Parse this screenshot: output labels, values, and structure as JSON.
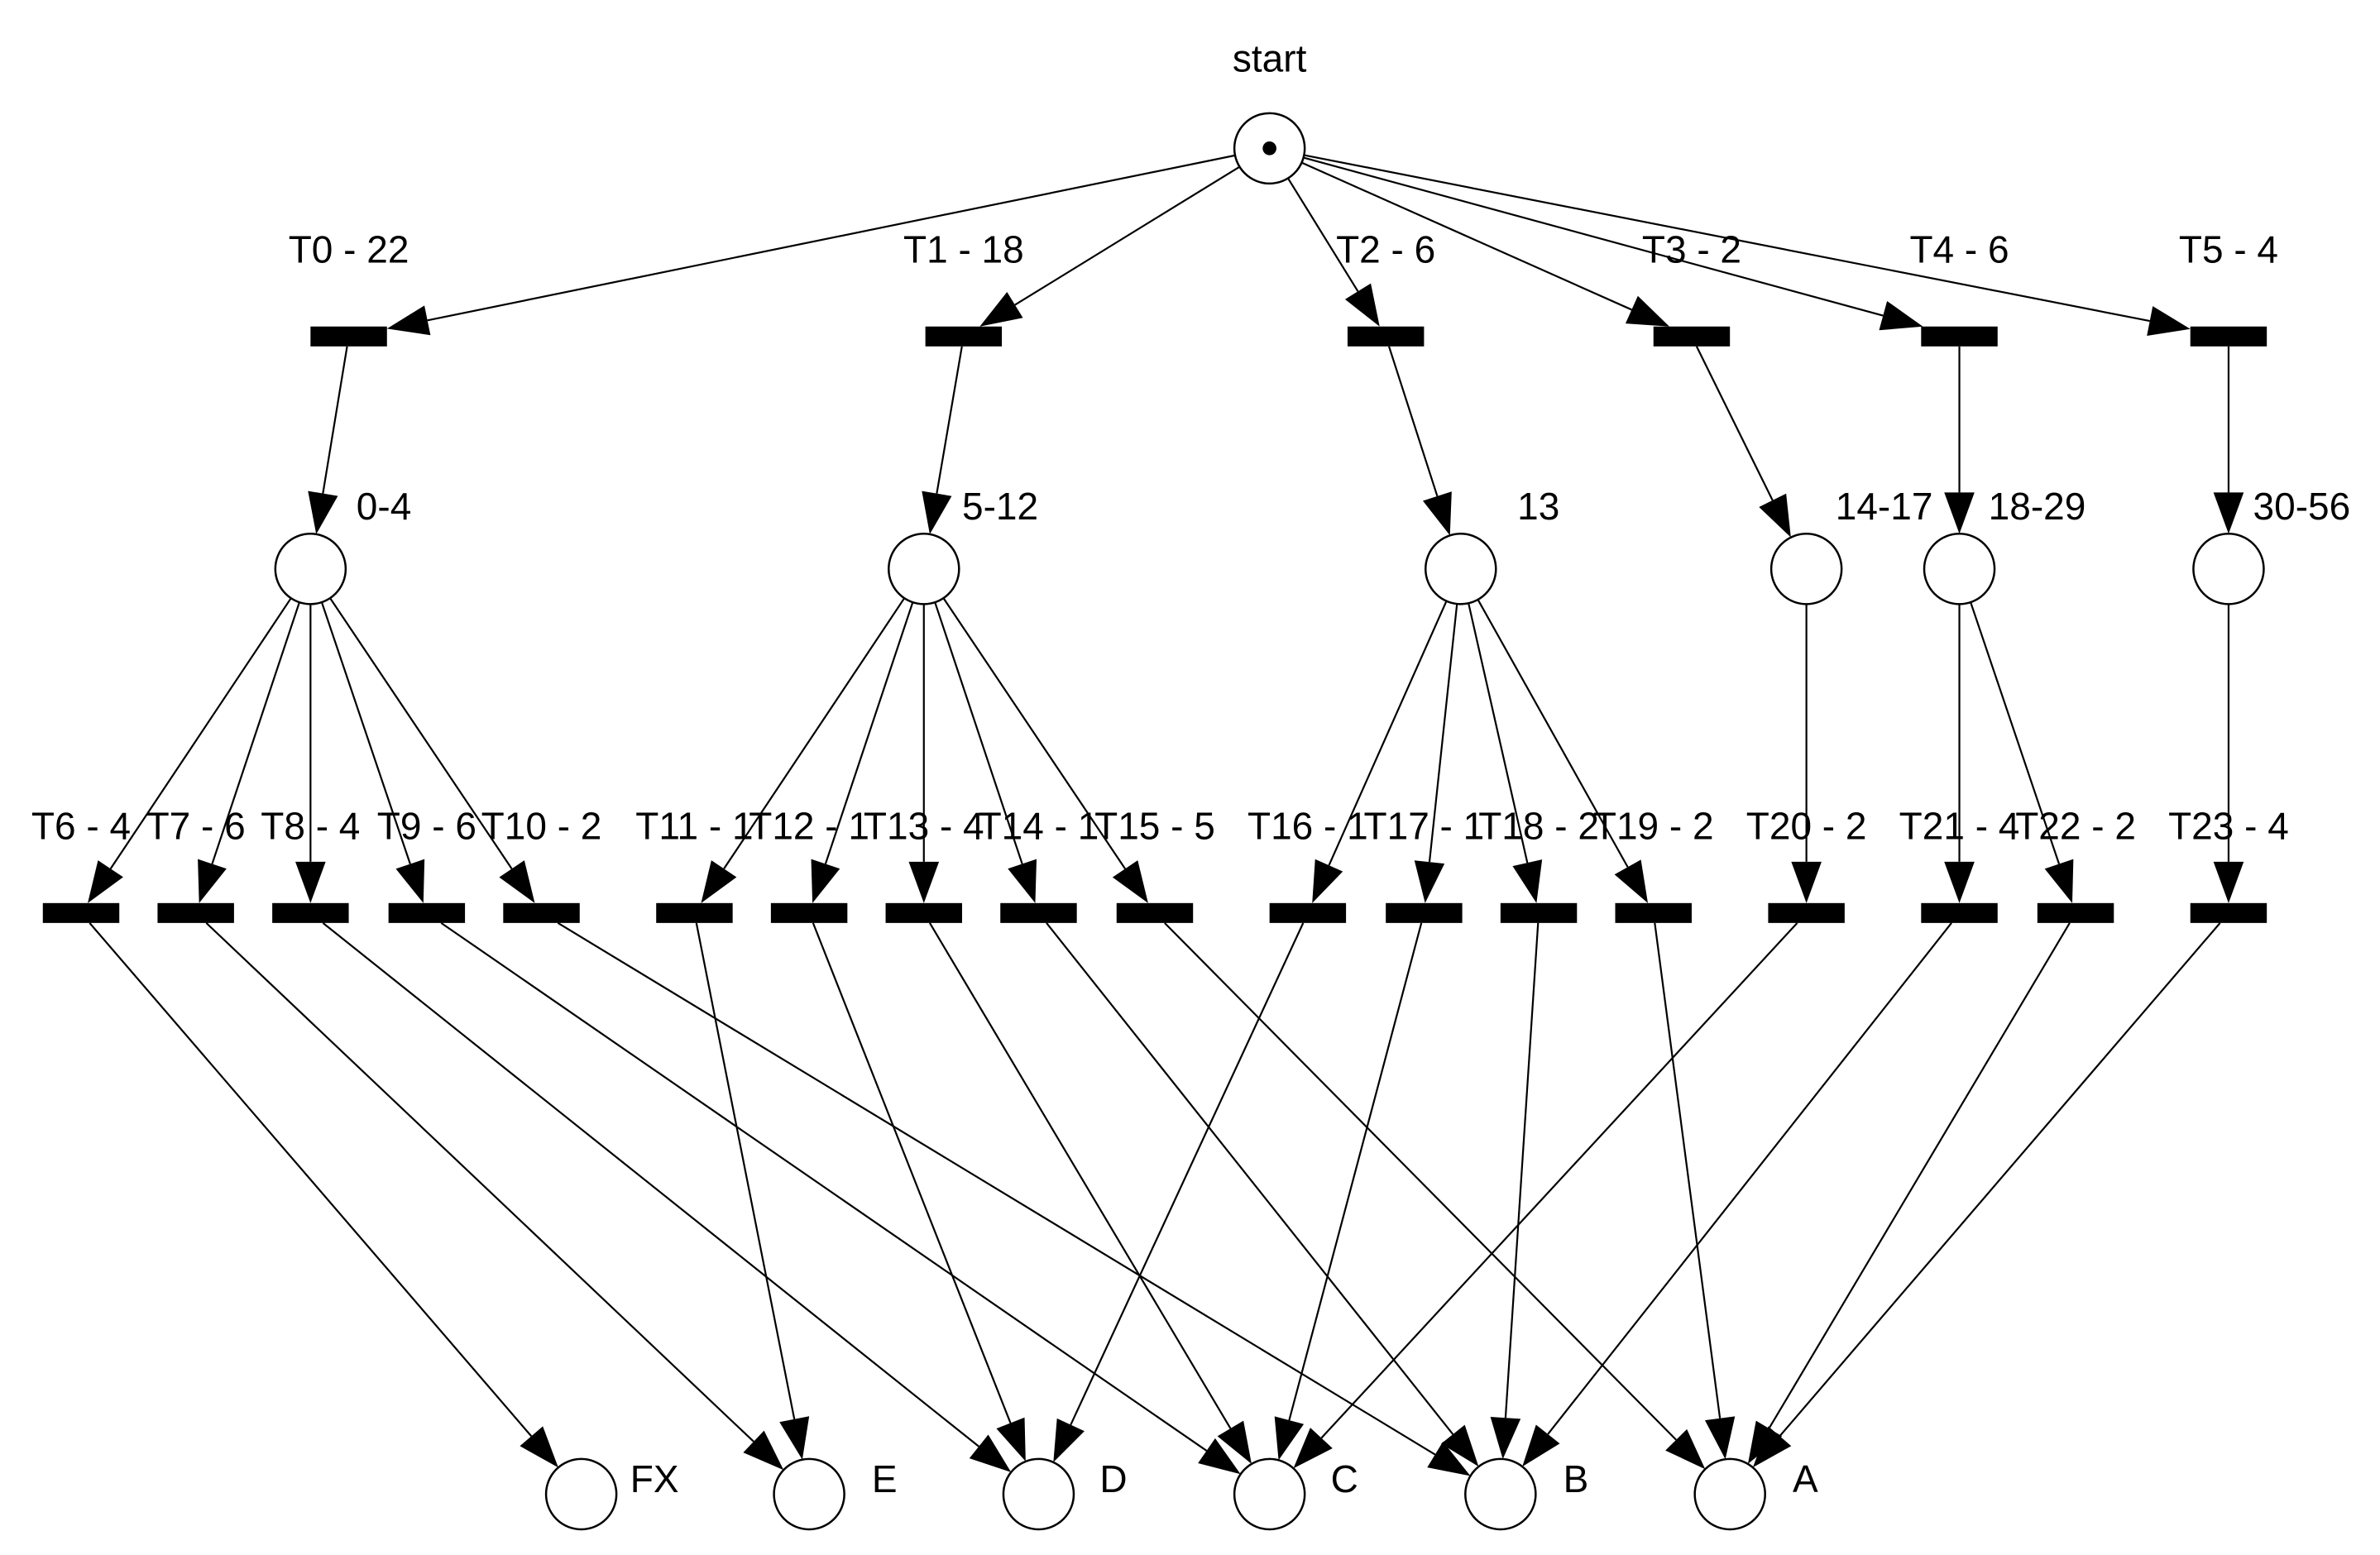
{
  "diagram": {
    "places": [
      {
        "id": "start",
        "label": "start",
        "marked": true
      },
      {
        "id": "p04",
        "label": "0-4"
      },
      {
        "id": "p512",
        "label": "5-12"
      },
      {
        "id": "p13",
        "label": "13"
      },
      {
        "id": "p1417",
        "label": "14-17"
      },
      {
        "id": "p1829",
        "label": "18-29"
      },
      {
        "id": "p3056",
        "label": "30-56"
      },
      {
        "id": "FX",
        "label": "FX"
      },
      {
        "id": "E",
        "label": "E"
      },
      {
        "id": "D",
        "label": "D"
      },
      {
        "id": "C",
        "label": "C"
      },
      {
        "id": "B",
        "label": "B"
      },
      {
        "id": "A",
        "label": "A"
      }
    ],
    "transitions": [
      {
        "id": "T0",
        "label": "T0 - 22"
      },
      {
        "id": "T1",
        "label": "T1 - 18"
      },
      {
        "id": "T2",
        "label": "T2 - 6"
      },
      {
        "id": "T3",
        "label": "T3 - 2"
      },
      {
        "id": "T4",
        "label": "T4 - 6"
      },
      {
        "id": "T5",
        "label": "T5 - 4"
      },
      {
        "id": "T6",
        "label": "T6 - 4"
      },
      {
        "id": "T7",
        "label": "T7 - 6"
      },
      {
        "id": "T8",
        "label": "T8 - 4"
      },
      {
        "id": "T9",
        "label": "T9 - 6"
      },
      {
        "id": "T10",
        "label": "T10 - 2"
      },
      {
        "id": "T11",
        "label": "T11 - 1"
      },
      {
        "id": "T12",
        "label": "T12 - 1"
      },
      {
        "id": "T13",
        "label": "T13 - 4"
      },
      {
        "id": "T14",
        "label": "T14 - 1"
      },
      {
        "id": "T15",
        "label": "T15 - 5"
      },
      {
        "id": "T16",
        "label": "T16 - 1"
      },
      {
        "id": "T17",
        "label": "T17 - 1"
      },
      {
        "id": "T18",
        "label": "T18 - 2"
      },
      {
        "id": "T19",
        "label": "T19 - 2"
      },
      {
        "id": "T20",
        "label": "T20 - 2"
      },
      {
        "id": "T21",
        "label": "T21 - 4"
      },
      {
        "id": "T22",
        "label": "T22 - 2"
      },
      {
        "id": "T23",
        "label": "T23 - 4"
      }
    ],
    "arcs": [
      [
        "start",
        "T0"
      ],
      [
        "start",
        "T1"
      ],
      [
        "start",
        "T2"
      ],
      [
        "start",
        "T3"
      ],
      [
        "start",
        "T4"
      ],
      [
        "start",
        "T5"
      ],
      [
        "T0",
        "p04"
      ],
      [
        "T1",
        "p512"
      ],
      [
        "T2",
        "p13"
      ],
      [
        "T3",
        "p1417"
      ],
      [
        "T4",
        "p1829"
      ],
      [
        "T5",
        "p3056"
      ],
      [
        "p04",
        "T6"
      ],
      [
        "p04",
        "T7"
      ],
      [
        "p04",
        "T8"
      ],
      [
        "p04",
        "T9"
      ],
      [
        "p04",
        "T10"
      ],
      [
        "p512",
        "T11"
      ],
      [
        "p512",
        "T12"
      ],
      [
        "p512",
        "T13"
      ],
      [
        "p512",
        "T14"
      ],
      [
        "p512",
        "T15"
      ],
      [
        "p13",
        "T16"
      ],
      [
        "p13",
        "T17"
      ],
      [
        "p13",
        "T18"
      ],
      [
        "p13",
        "T19"
      ],
      [
        "p1417",
        "T20"
      ],
      [
        "p1829",
        "T21"
      ],
      [
        "p1829",
        "T22"
      ],
      [
        "p3056",
        "T23"
      ],
      [
        "T6",
        "FX"
      ],
      [
        "T7",
        "E"
      ],
      [
        "T8",
        "D"
      ],
      [
        "T9",
        "C"
      ],
      [
        "T10",
        "B"
      ],
      [
        "T11",
        "E"
      ],
      [
        "T12",
        "D"
      ],
      [
        "T13",
        "C"
      ],
      [
        "T14",
        "B"
      ],
      [
        "T15",
        "A"
      ],
      [
        "T16",
        "D"
      ],
      [
        "T17",
        "C"
      ],
      [
        "T18",
        "B"
      ],
      [
        "T19",
        "A"
      ],
      [
        "T20",
        "C"
      ],
      [
        "T21",
        "B"
      ],
      [
        "T22",
        "A"
      ],
      [
        "T23",
        "A"
      ]
    ]
  }
}
